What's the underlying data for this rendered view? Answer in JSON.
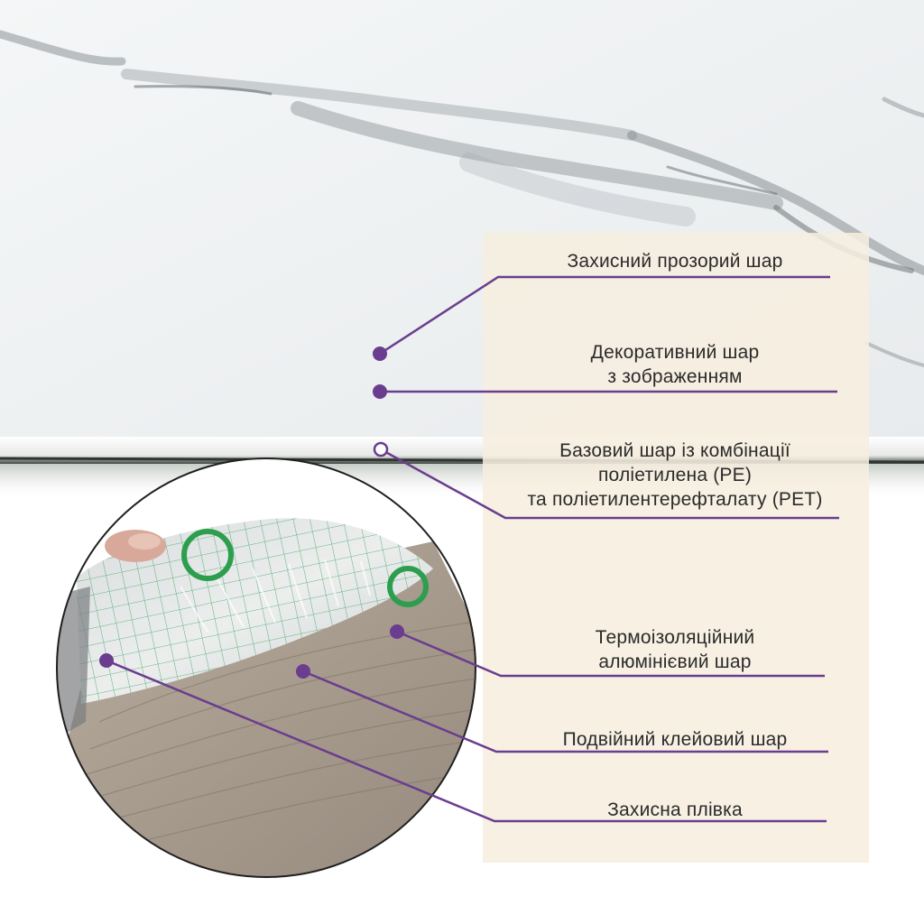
{
  "colors": {
    "accent": "#6a3d8f",
    "panel": "#f6eedf",
    "marble_base": "#f2f4f5",
    "marble_vein": "#8c9196",
    "text": "#2b2b2b"
  },
  "layers": [
    {
      "id": "protective-transparent-layer",
      "label": "Захисний прозорий шар",
      "marker": "filled"
    },
    {
      "id": "decorative-image-layer",
      "label": "Декоративний шар з зображенням",
      "marker": "filled"
    },
    {
      "id": "base-layer",
      "label": "Базовий шар із комбінації поліетилена (PE) та поліетилентерефталату (PET)",
      "marker": "hollow"
    },
    {
      "id": "thermal-aluminum-layer",
      "label": "Термоізоляційний алюмінієвий шар",
      "marker": "filled"
    },
    {
      "id": "double-adhesive-layer",
      "label": "Подвійний клейовий шар",
      "marker": "filled"
    },
    {
      "id": "protective-film",
      "label": "Захисна плівка",
      "marker": "filled"
    }
  ]
}
